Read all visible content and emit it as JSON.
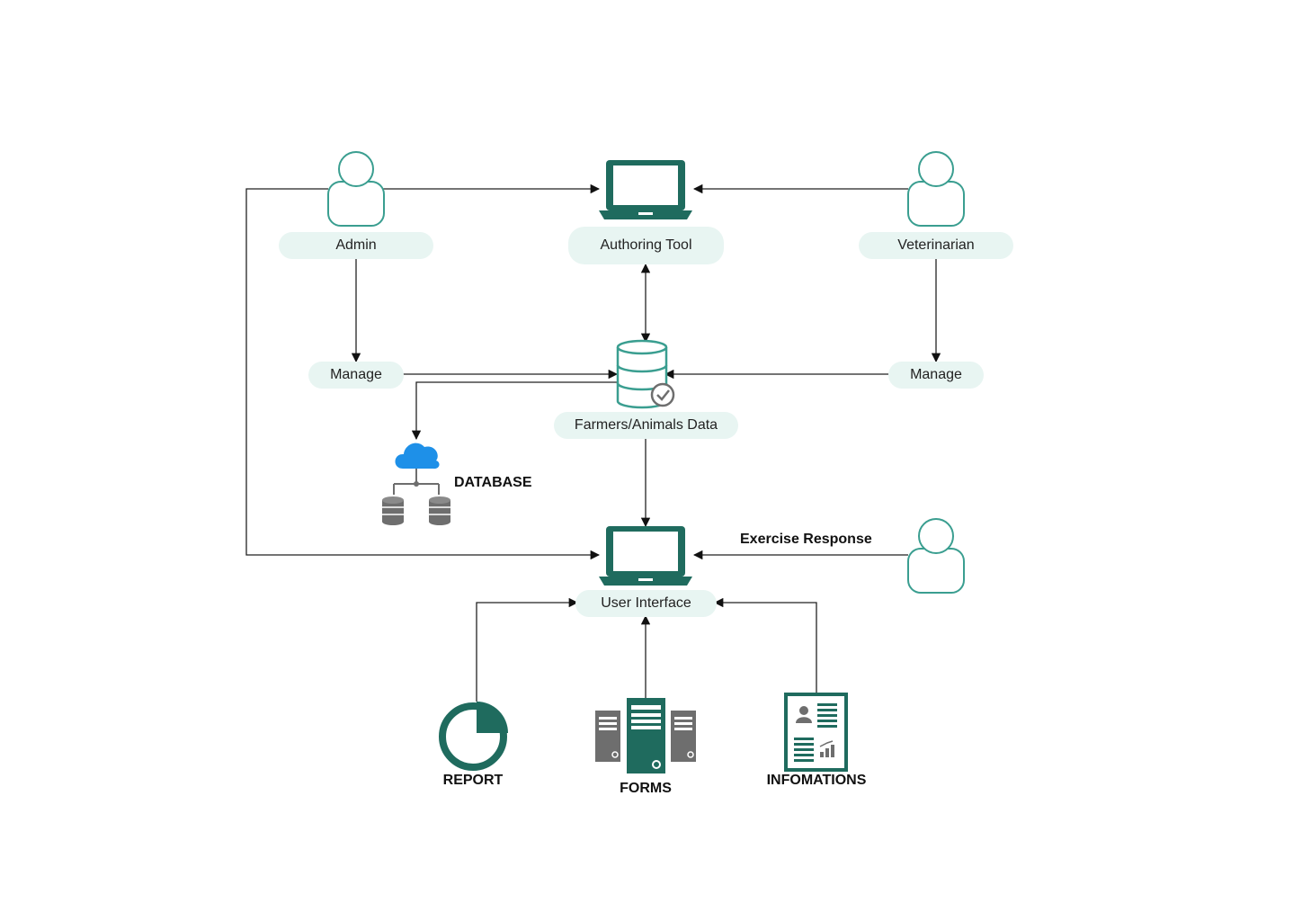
{
  "nodes": {
    "admin": "Admin",
    "authoring_tool": "Authoring Tool",
    "veterinarian": "Veterinarian",
    "manage_left": "Manage",
    "manage_right": "Manage",
    "farmers_data": "Farmers/Animals Data",
    "database": "DATABASE",
    "user_interface": "User Interface",
    "report": "REPORT",
    "forms": "FORMS",
    "informations": "INFOMATIONS"
  },
  "edges": {
    "exercise_response": "Exercise Response"
  },
  "icons": {
    "user": "user-icon",
    "laptop": "laptop-icon",
    "database": "database-check-icon",
    "cloud_database": "cloud-database-icon",
    "report": "pie-chart-icon",
    "forms": "server-icon",
    "informations": "document-icon"
  },
  "colors": {
    "primary": "#1f6b5e",
    "user_outline": "#3a9e90",
    "pill_bg": "#e8f5f2",
    "cloud": "#1e90e8",
    "gray": "#6e6e6e"
  }
}
